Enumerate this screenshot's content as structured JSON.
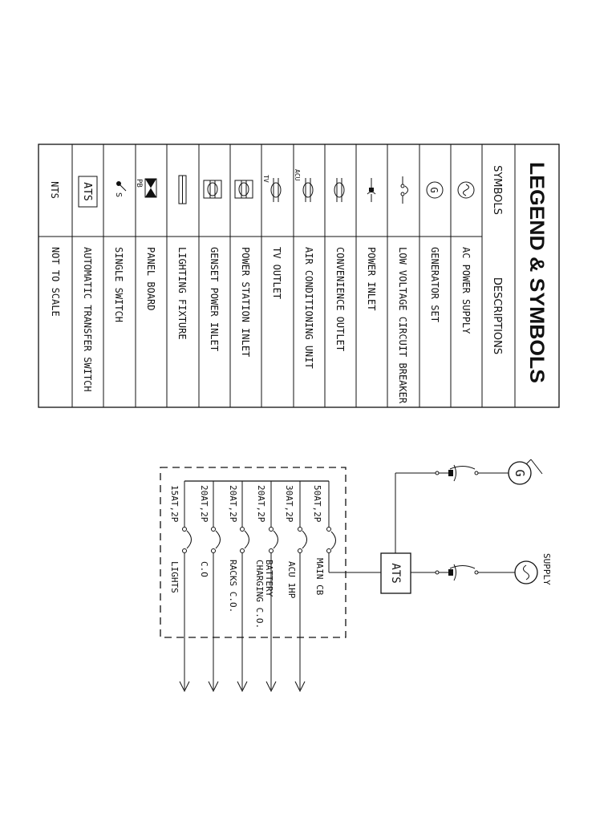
{
  "legend": {
    "title": "LEGEND & SYMBOLS",
    "col_symbols": "SYMBOLS",
    "col_descriptions": "DESCRIPTIONS",
    "rows": [
      {
        "symbol": "ac-power-supply",
        "description": "AC POWER SUPPLY"
      },
      {
        "symbol": "generator-set",
        "description": "GENERATOR SET"
      },
      {
        "symbol": "low-voltage-circuit-breaker",
        "description": "LOW VOLTAGE CIRCUIT BREAKER"
      },
      {
        "symbol": "power-inlet",
        "description": "POWER INLET"
      },
      {
        "symbol": "convenience-outlet",
        "description": "CONVENIENCE OUTLET"
      },
      {
        "symbol": "air-conditioning-unit",
        "symbol_text": "ACU",
        "description": "AIR CONDITIONING UNIT"
      },
      {
        "symbol": "tv-outlet",
        "symbol_text": "TV",
        "description": "TV OUTLET"
      },
      {
        "symbol": "power-station-inlet",
        "description": "POWER STATION INLET"
      },
      {
        "symbol": "genset-power-inlet",
        "description": "GENSET POWER INLET"
      },
      {
        "symbol": "lighting-fixture",
        "description": "LIGHTING FIXTURE"
      },
      {
        "symbol": "panel-board",
        "symbol_text": "PB",
        "description": "PANEL BOARD"
      },
      {
        "symbol": "single-switch",
        "symbol_text": "S",
        "description": "SINGLE SWITCH"
      },
      {
        "symbol": "automatic-transfer-switch",
        "symbol_text": "ATS",
        "description": "AUTOMATIC TRANSFER SWITCH"
      },
      {
        "symbol": "not-to-scale",
        "symbol_text": "NTS",
        "description": "NOT TO SCALE"
      }
    ]
  },
  "diagram": {
    "generator_symbol": "G",
    "supply_label": "SUPPLY",
    "ats_label": "ATS",
    "main": {
      "rating": "50AT,2P",
      "label": "MAIN CB"
    },
    "branches": [
      {
        "rating": "30AT,2P",
        "label_lines": [
          "ACU 1HP"
        ]
      },
      {
        "rating": "20AT,2P",
        "label_lines": [
          "BATTERY",
          "CHARGING C.O."
        ]
      },
      {
        "rating": "20AT,2P",
        "label_lines": [
          "RACKS C.O."
        ]
      },
      {
        "rating": "20AT,2P",
        "label_lines": [
          "C.O"
        ]
      },
      {
        "rating": "15AT,2P",
        "label_lines": [
          "LIGHTS"
        ]
      }
    ]
  }
}
